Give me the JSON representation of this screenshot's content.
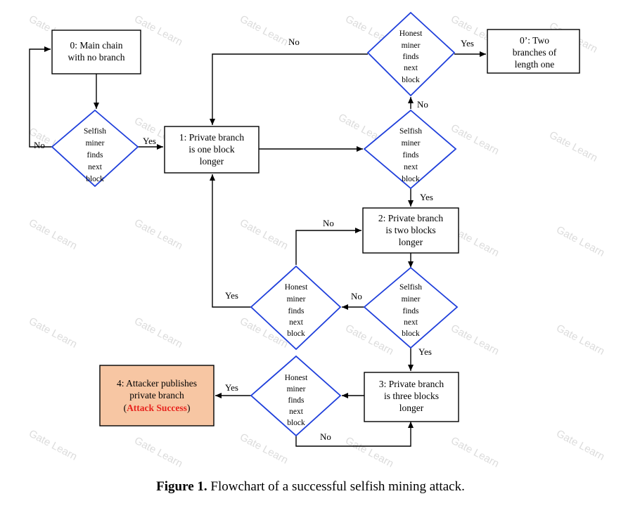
{
  "nodes": {
    "state0": {
      "lines": [
        "0: Main chain",
        "with no branch"
      ]
    },
    "dec_selfish_a": {
      "lines": [
        "Selfish",
        "miner",
        "finds",
        "next",
        "block"
      ]
    },
    "state1": {
      "lines": [
        "1: Private branch",
        "is one block",
        "longer"
      ]
    },
    "dec_honest_a": {
      "lines": [
        "Honest",
        "miner",
        "finds",
        "next",
        "block"
      ]
    },
    "state0p": {
      "lines": [
        "0’: Two",
        "branches of",
        "length one"
      ]
    },
    "dec_selfish_b": {
      "lines": [
        "Selfish",
        "miner",
        "finds",
        "next",
        "block"
      ]
    },
    "state2": {
      "lines": [
        "2: Private branch",
        "is two blocks",
        "longer"
      ]
    },
    "dec_selfish_c": {
      "lines": [
        "Selfish",
        "miner",
        "finds",
        "next",
        "block"
      ]
    },
    "dec_honest_b": {
      "lines": [
        "Honest",
        "miner",
        "finds",
        "next",
        "block"
      ]
    },
    "state3": {
      "lines": [
        "3: Private branch",
        "is three blocks",
        "longer"
      ]
    },
    "dec_honest_c": {
      "lines": [
        "Honest",
        "miner",
        "finds",
        "next",
        "block"
      ]
    },
    "state4": {
      "lines": [
        "4: Attacker publishes",
        "private branch"
      ],
      "success_prefix": "(",
      "success_text": "Attack Success",
      "success_suffix": ")"
    }
  },
  "edge_labels": {
    "no_loop_0": "No",
    "yes_to_1": "Yes",
    "no_top": "No",
    "yes_top": "Yes",
    "no_up": "No",
    "yes_down_2": "Yes",
    "no_to_2": "No",
    "yes_to_1_bottom": "Yes",
    "no_left": "No",
    "yes_down_3": "Yes",
    "yes_to_4": "Yes",
    "no_bottom": "No"
  },
  "watermark": "Gate Learn",
  "caption": {
    "label": "Figure 1.",
    "text": " Flowchart of a successful selfish mining attack."
  },
  "colors": {
    "diamond_stroke": "#1f3fdb",
    "success_fill": "#f7c6a3",
    "success_text": "#e8251f"
  }
}
